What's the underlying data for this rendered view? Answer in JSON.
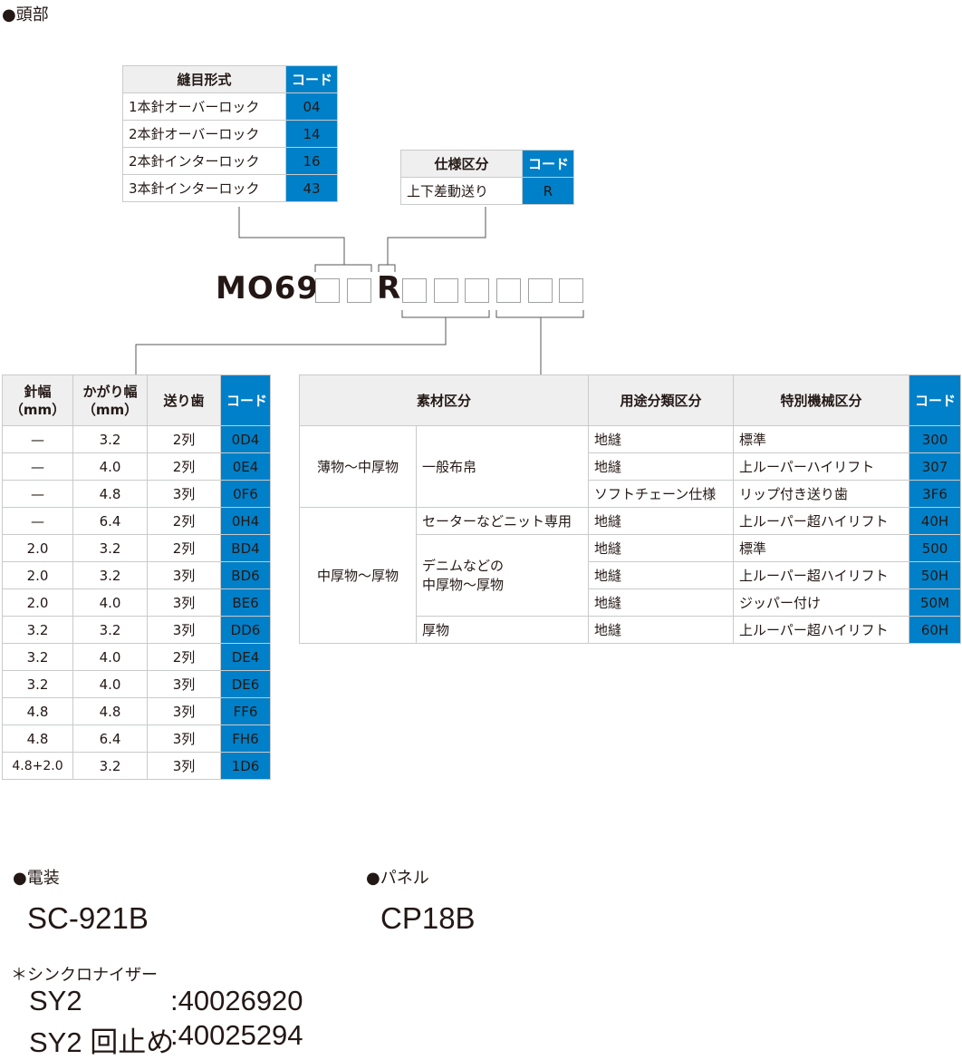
{
  "head_section": "●頭部",
  "stitch": {
    "headers": [
      "縫目形式",
      "コード"
    ],
    "rows": [
      [
        "1本針オーバーロック",
        "04"
      ],
      [
        "2本針オーバーロック",
        "14"
      ],
      [
        "2本針インターロック",
        "16"
      ],
      [
        "3本針インターロック",
        "43"
      ]
    ]
  },
  "spec": {
    "headers": [
      "仕様区分",
      "コード"
    ],
    "rows": [
      [
        "上下差動送り",
        "R"
      ]
    ]
  },
  "model": {
    "prefix": "MO69",
    "letter": "R"
  },
  "width_table": {
    "headers": [
      "針幅\n（mm）",
      "かがり幅\n（mm）",
      "送り歯",
      "コード"
    ],
    "rows": [
      [
        "—",
        "3.2",
        "2列",
        "0D4"
      ],
      [
        "—",
        "4.0",
        "2列",
        "0E4"
      ],
      [
        "—",
        "4.8",
        "3列",
        "0F6"
      ],
      [
        "—",
        "6.4",
        "2列",
        "0H4"
      ],
      [
        "2.0",
        "3.2",
        "2列",
        "BD4"
      ],
      [
        "2.0",
        "3.2",
        "3列",
        "BD6"
      ],
      [
        "2.0",
        "4.0",
        "3列",
        "BE6"
      ],
      [
        "3.2",
        "3.2",
        "3列",
        "DD6"
      ],
      [
        "3.2",
        "4.0",
        "2列",
        "DE4"
      ],
      [
        "3.2",
        "4.0",
        "3列",
        "DE6"
      ],
      [
        "4.8",
        "4.8",
        "3列",
        "FF6"
      ],
      [
        "4.8",
        "6.4",
        "3列",
        "FH6"
      ],
      [
        "4.8+2.0",
        "3.2",
        "3列",
        "1D6"
      ]
    ]
  },
  "material_table": {
    "headers": [
      "素材区分",
      "用途分類区分",
      "特別機械区分",
      "コード"
    ],
    "groups": {
      "thin": "薄物〜中厚物",
      "thin_general": "一般布帛",
      "mid": "中厚物〜厚物",
      "mid_sweater": "セーターなどニット専用",
      "mid_denim": "デニムなどの\n中厚物〜厚物",
      "mid_heavy": "厚物"
    },
    "rows": [
      [
        "地縫",
        "標準",
        "300"
      ],
      [
        "地縫",
        "上ルーパーハイリフト",
        "307"
      ],
      [
        "ソフトチェーン仕様",
        "リップ付き送り歯",
        "3F6"
      ],
      [
        "地縫",
        "上ルーパー超ハイリフト",
        "40H"
      ],
      [
        "地縫",
        "標準",
        "500"
      ],
      [
        "地縫",
        "上ルーパー超ハイリフト",
        "50H"
      ],
      [
        "地縫",
        "ジッパー付け",
        "50M"
      ],
      [
        "地縫",
        "上ルーパー超ハイリフト",
        "60H"
      ]
    ]
  },
  "electrical": {
    "label": "●電装",
    "value": "SC-921B"
  },
  "panel": {
    "label": "●パネル",
    "value": "CP18B"
  },
  "synchro": {
    "label": "＊シンクロナイザー",
    "rows": [
      {
        "name": "SY2",
        "value": ":40026920"
      },
      {
        "name": "SY2 回止め",
        "value": ":40025294"
      }
    ]
  },
  "colors": {
    "code_blue": "#0080c8",
    "header_gray": "#efefef",
    "border": "#c9caca"
  }
}
